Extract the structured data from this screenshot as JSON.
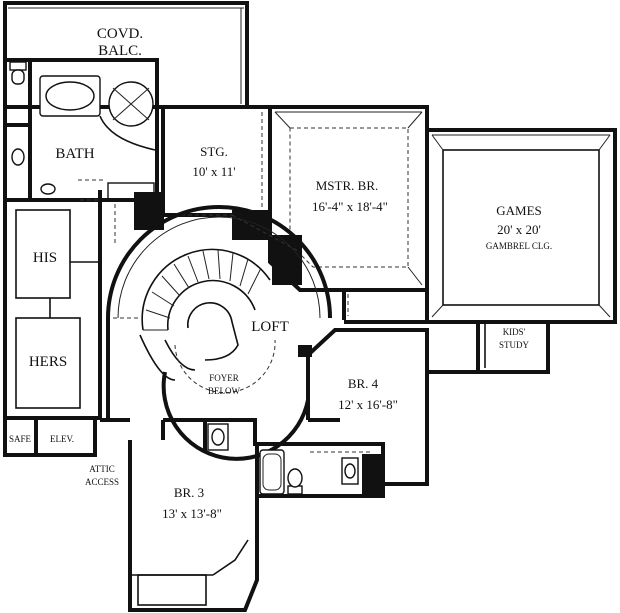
{
  "rooms": {
    "covd_balc": {
      "line1": "COVD.",
      "line2": "BALC."
    },
    "bath": {
      "name": "BATH"
    },
    "stg": {
      "name": "STG.",
      "size": "10' x 11'"
    },
    "mstr_br": {
      "name": "MSTR. BR.",
      "size": "16'-4\" x 18'-4\""
    },
    "games": {
      "name": "GAMES",
      "size": "20' x 20'",
      "note": "GAMBREL CLG."
    },
    "his": {
      "name": "HIS"
    },
    "hers": {
      "name": "HERS"
    },
    "loft": {
      "name": "LOFT"
    },
    "foyer_below": {
      "line1": "FOYER",
      "line2": "BELOW"
    },
    "kids_study": {
      "line1": "KIDS'",
      "line2": "STUDY"
    },
    "br4": {
      "name": "BR. 4",
      "size": "12' x 16'-8\""
    },
    "safe": {
      "name": "SAFE"
    },
    "elev": {
      "name": "ELEV."
    },
    "attic_access": {
      "line1": "ATTIC",
      "line2": "ACCESS"
    },
    "br3": {
      "name": "BR. 3",
      "size": "13' x 13'-8\""
    }
  }
}
